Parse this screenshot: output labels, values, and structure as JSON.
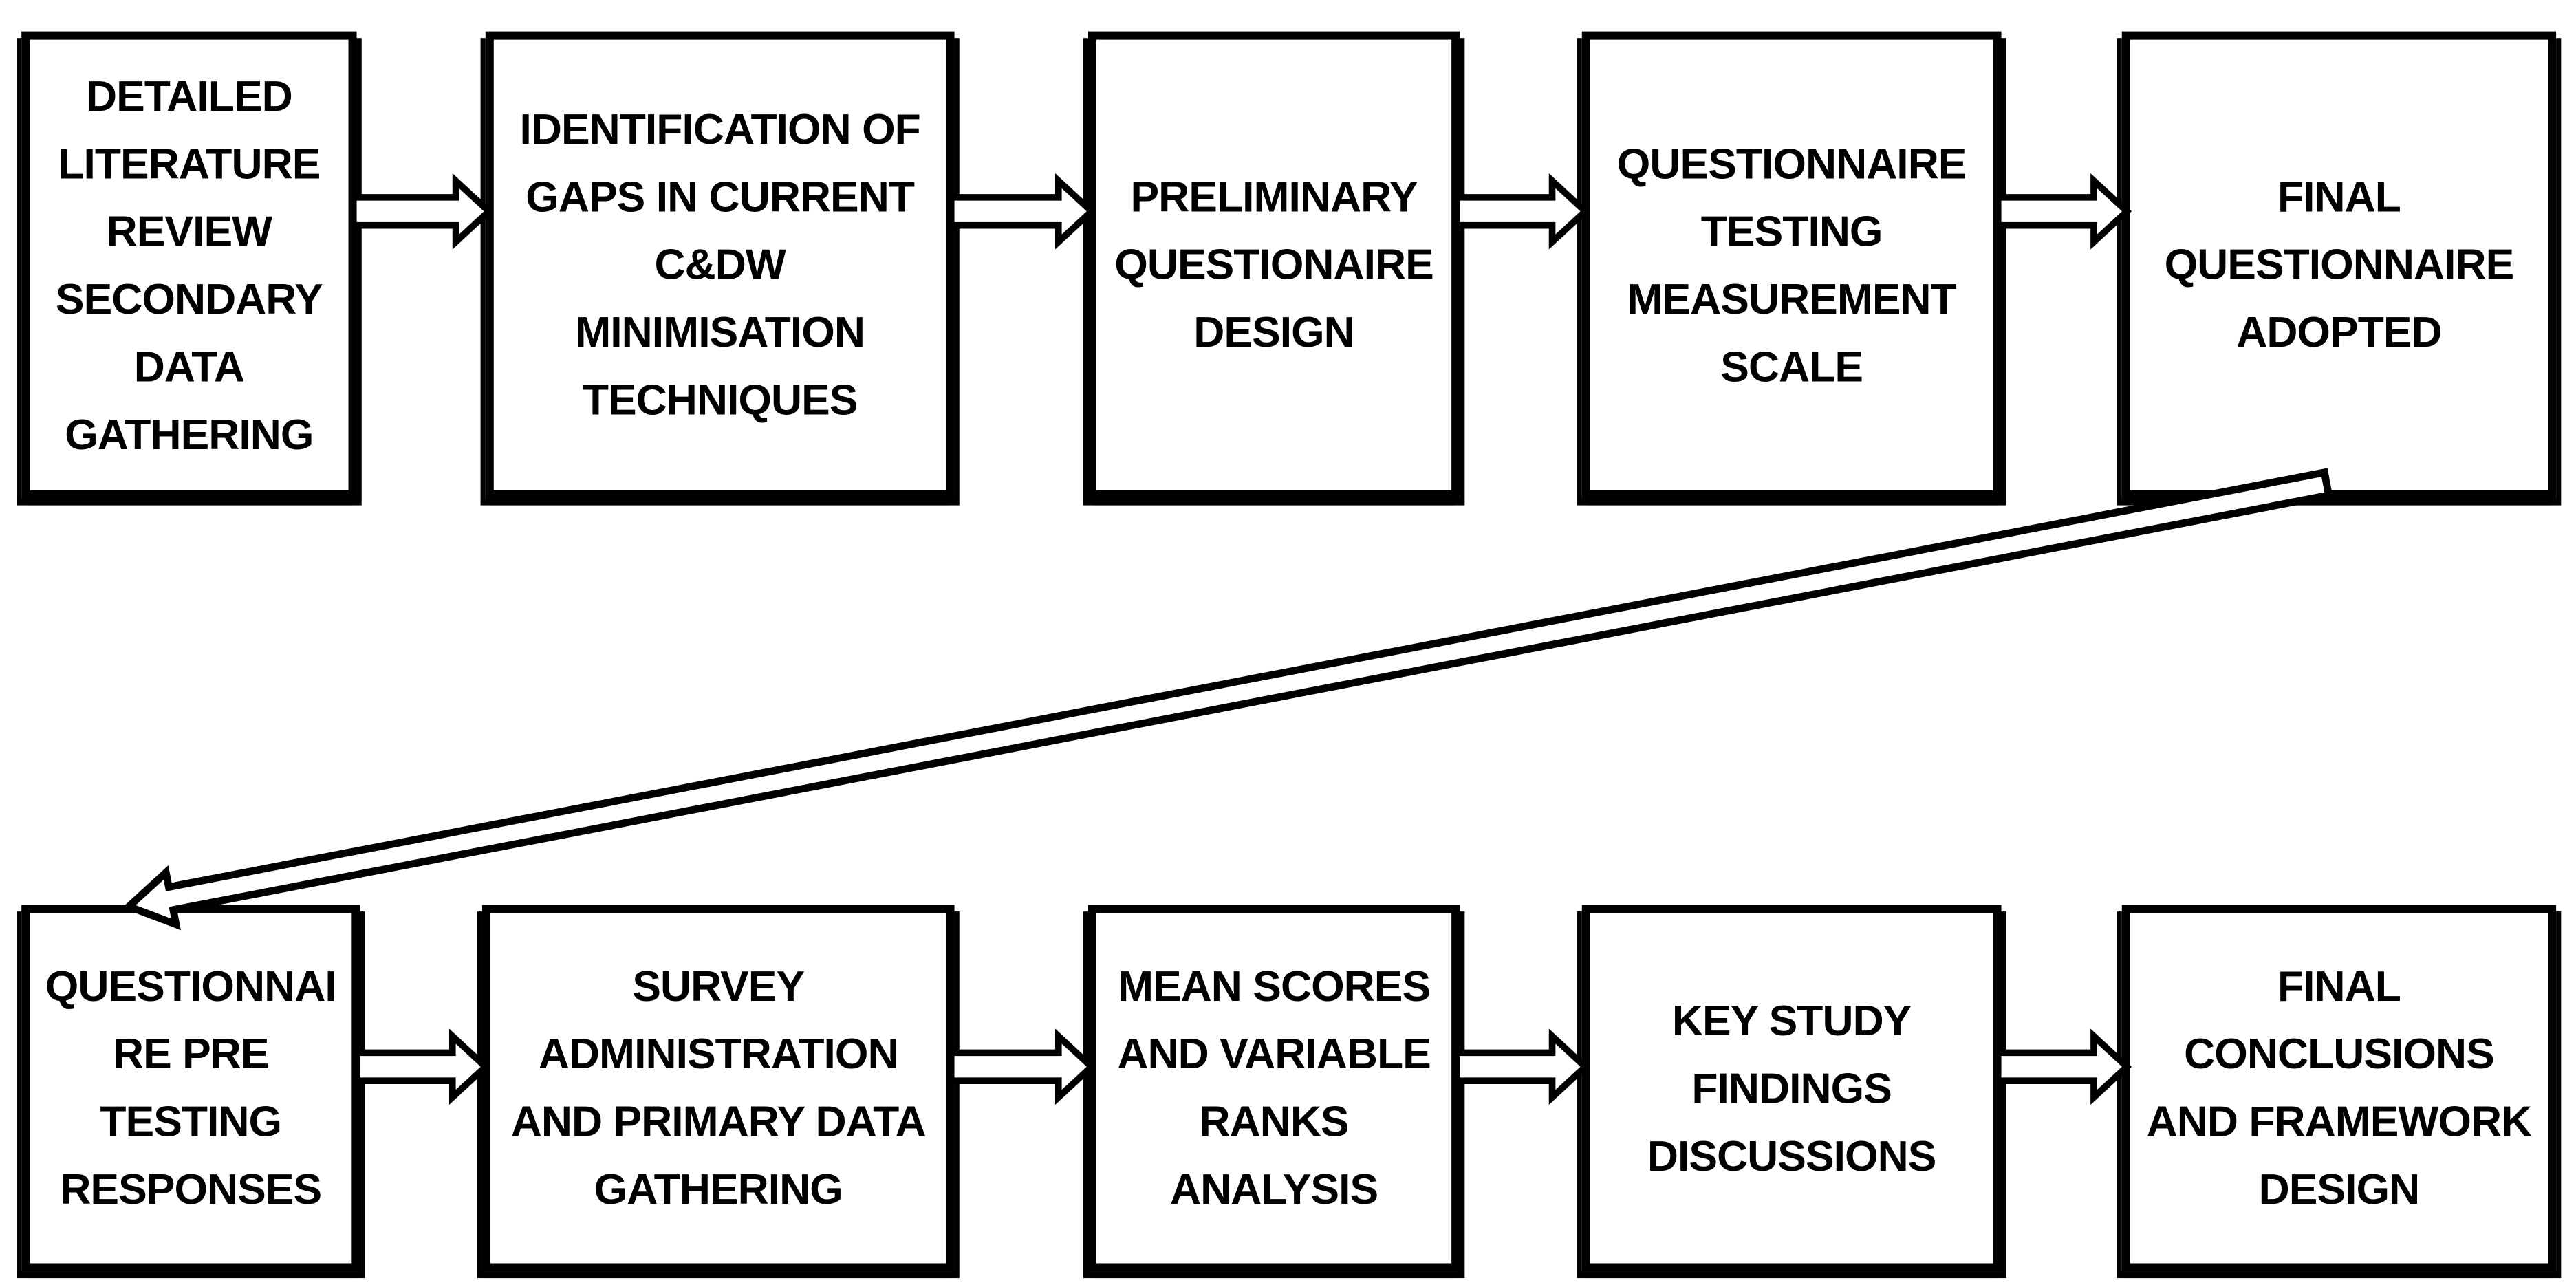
{
  "diagram": {
    "type": "research-methodology-flowchart",
    "colors": {
      "background": "#ffffff",
      "box_fill": "#ffffff",
      "box_border": "#000000",
      "text": "#000000",
      "arrow_fill": "#ffffff",
      "arrow_outline": "#000000"
    },
    "steps": [
      {
        "id": "detailed-literature-review-secondary-data-gathering",
        "label": "DETAILED LITERATURE REVIEW SECONDARY DATA GATHERING",
        "lines": [
          "DETAILED",
          "LITERATURE",
          "REVIEW",
          "SECONDARY",
          "DATA",
          "GATHERING"
        ]
      },
      {
        "id": "identification-of-gaps-in-current-cdw-minimisation-techniques",
        "label": "IDENTIFICATION OF GAPS IN CURRENT C&DW MINIMISATION TECHNIQUES",
        "lines": [
          "IDENTIFICATION OF",
          "GAPS IN CURRENT",
          "C&DW",
          "MINIMISATION",
          "TECHNIQUES"
        ]
      },
      {
        "id": "preliminary-questionaire-design",
        "label": "PRELIMINARY QUESTIONAIRE DESIGN",
        "lines": [
          "PRELIMINARY",
          "QUESTIONAIRE",
          "DESIGN"
        ]
      },
      {
        "id": "questionnaire-testing-measurement-scale",
        "label": "QUESTIONNAIRE TESTING MEASUREMENT SCALE",
        "lines": [
          "QUESTIONNAIRE",
          "TESTING",
          "MEASUREMENT",
          "SCALE"
        ]
      },
      {
        "id": "final-questionnaire-adopted",
        "label": "FINAL QUESTIONNAIRE ADOPTED",
        "lines": [
          "FINAL",
          "QUESTIONNAIRE",
          "ADOPTED"
        ]
      },
      {
        "id": "questionnaire-pre-testing-responses",
        "label": "QUESTIONNAIRE PRE TESTING RESPONSES",
        "lines": [
          "QUESTIONNAI",
          "RE PRE",
          "TESTING",
          "RESPONSES"
        ]
      },
      {
        "id": "survey-administration-and-primary-data-gathering",
        "label": "SURVEY ADMINISTRATION AND PRIMARY DATA GATHERING",
        "lines": [
          "SURVEY",
          "ADMINISTRATION",
          "AND PRIMARY DATA",
          "GATHERING"
        ]
      },
      {
        "id": "mean-scores-and-variable-ranks-analysis",
        "label": "MEAN SCORES AND VARIABLE RANKS ANALYSIS",
        "lines": [
          "MEAN SCORES",
          "AND VARIABLE",
          "RANKS",
          "ANALYSIS"
        ]
      },
      {
        "id": "key-study-findings-discussions",
        "label": "KEY STUDY FINDINGS DISCUSSIONS",
        "lines": [
          "KEY STUDY",
          "FINDINGS",
          "DISCUSSIONS"
        ]
      },
      {
        "id": "final-conclusions-and-framework-design",
        "label": "FINAL CONCLUSIONS AND FRAMEWORK DESIGN",
        "lines": [
          "FINAL",
          "CONCLUSIONS",
          "AND FRAMEWORK",
          "DESIGN"
        ]
      }
    ],
    "connections": [
      {
        "from": "detailed-literature-review-secondary-data-gathering",
        "to": "identification-of-gaps-in-current-cdw-minimisation-techniques",
        "style": "block-arrow-right"
      },
      {
        "from": "identification-of-gaps-in-current-cdw-minimisation-techniques",
        "to": "preliminary-questionaire-design",
        "style": "block-arrow-right"
      },
      {
        "from": "preliminary-questionaire-design",
        "to": "questionnaire-testing-measurement-scale",
        "style": "block-arrow-right"
      },
      {
        "from": "questionnaire-testing-measurement-scale",
        "to": "final-questionnaire-adopted",
        "style": "block-arrow-right"
      },
      {
        "from": "final-questionnaire-adopted",
        "to": "questionnaire-pre-testing-responses",
        "style": "thin-diagonal-arrow"
      },
      {
        "from": "questionnaire-pre-testing-responses",
        "to": "survey-administration-and-primary-data-gathering",
        "style": "block-arrow-right"
      },
      {
        "from": "survey-administration-and-primary-data-gathering",
        "to": "mean-scores-and-variable-ranks-analysis",
        "style": "block-arrow-right"
      },
      {
        "from": "mean-scores-and-variable-ranks-analysis",
        "to": "key-study-findings-discussions",
        "style": "block-arrow-right"
      },
      {
        "from": "key-study-findings-discussions",
        "to": "final-conclusions-and-framework-design",
        "style": "block-arrow-right"
      }
    ]
  }
}
